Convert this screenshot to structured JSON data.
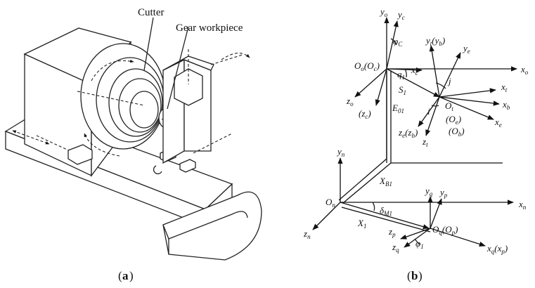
{
  "panel_a": {
    "caption_open": "(",
    "caption_letter": "a",
    "caption_close": ")",
    "label_cutter": "Cutter",
    "label_gear": "Gear workpiece"
  },
  "panel_b": {
    "caption_open": "(",
    "caption_letter": "b",
    "caption_close": ")",
    "y_o": "y",
    "y_o_sub": "o",
    "y_c": "y",
    "y_c_sub": "c",
    "phi_c": "φ",
    "phi_c_sub": "C",
    "O_o_Oc": "O",
    "O_o_sub": "o",
    "O_o_paren": "(O",
    "O_c_sub": "c",
    "O_o_close": ")",
    "x_o": "x",
    "x_o_sub": "o",
    "x_c": "x",
    "x_c_sub": "c",
    "q1": "q",
    "q1_sub": "1",
    "S1": "S",
    "S1_sub": "1",
    "z_o": "z",
    "z_o_sub": "o",
    "z_c": "(z",
    "z_c_sub": "c",
    "z_c_close": ")",
    "E01": "E",
    "E01_sub": "01",
    "y_t_yb": "y",
    "y_t_sub": "t",
    "y_b": "(y",
    "y_b_sub": "b",
    "y_b_close": ")",
    "y_e": "y",
    "y_e_sub": "e",
    "j": "j",
    "i": "i",
    "x_t": "x",
    "x_t_sub": "t",
    "O_t": "O",
    "O_t_sub": "t",
    "x_b": "x",
    "x_b_sub": "b",
    "O_e": "(O",
    "O_e_sub": "e",
    "O_e_close": ")",
    "O_b": "(O",
    "O_b_sub": "b",
    "O_b_close": ")",
    "x_e": "x",
    "x_e_sub": "e",
    "z_e_zb": "z",
    "z_e_sub": "e",
    "z_b": "(z",
    "z_b_sub": "b",
    "z_b_close": ")",
    "z_t": "z",
    "z_t_sub": "t",
    "y_n": "y",
    "y_n_sub": "n",
    "X_B1": "X",
    "X_B1_sub": "B1",
    "y_q": "y",
    "y_q_sub": "q",
    "y_p": "y",
    "y_p_sub": "p",
    "O_n": "O",
    "O_n_sub": "n",
    "delta_M1": "δ",
    "delta_M1_sub": "M1",
    "x_n": "x",
    "x_n_sub": "n",
    "X_1": "X",
    "X_1_sub": "1",
    "z_p": "z",
    "z_p_sub": "p",
    "O_q": "O",
    "O_q_sub": "q",
    "O_p": "(O",
    "O_p_sub": "p",
    "O_p_close": ")",
    "z_n": "z",
    "z_n_sub": "n",
    "z_q": "z",
    "z_q_sub": "q",
    "phi_1": "φ",
    "phi_1_sub": "1",
    "x_q": "x",
    "x_q_sub": "q",
    "x_p": "(x",
    "x_p_sub": "p",
    "x_p_close": ")"
  }
}
